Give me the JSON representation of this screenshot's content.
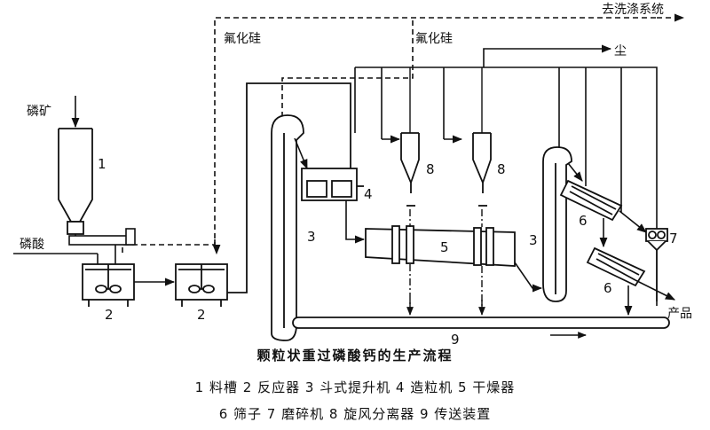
{
  "labels": {
    "ore": "磷矿",
    "acid": "磷酸",
    "sif4_left": "氟化硅",
    "sif4_right": "氟化硅",
    "to_wash": "去洗涤系统",
    "dust": "尘",
    "product": "产品"
  },
  "numbers": {
    "hopper": "1",
    "reactor_a": "2",
    "reactor_b": "2",
    "elevator_left": "3",
    "elevator_right": "3",
    "granulator": "4",
    "dryer": "5",
    "screen_upper": "6",
    "screen_lower": "6",
    "crusher": "7",
    "cyclone_left": "8",
    "cyclone_right": "8",
    "conveyor": "9"
  },
  "caption": {
    "title": "颗粒状重过磷酸钙的生产流程",
    "legend_line1": "1 料槽  2 反应器  3 斗式提升机  4 造粒机  5 干燥器",
    "legend_line2": "6 筛子  7 磨碎机  8 旋风分离器  9 传送装置"
  }
}
